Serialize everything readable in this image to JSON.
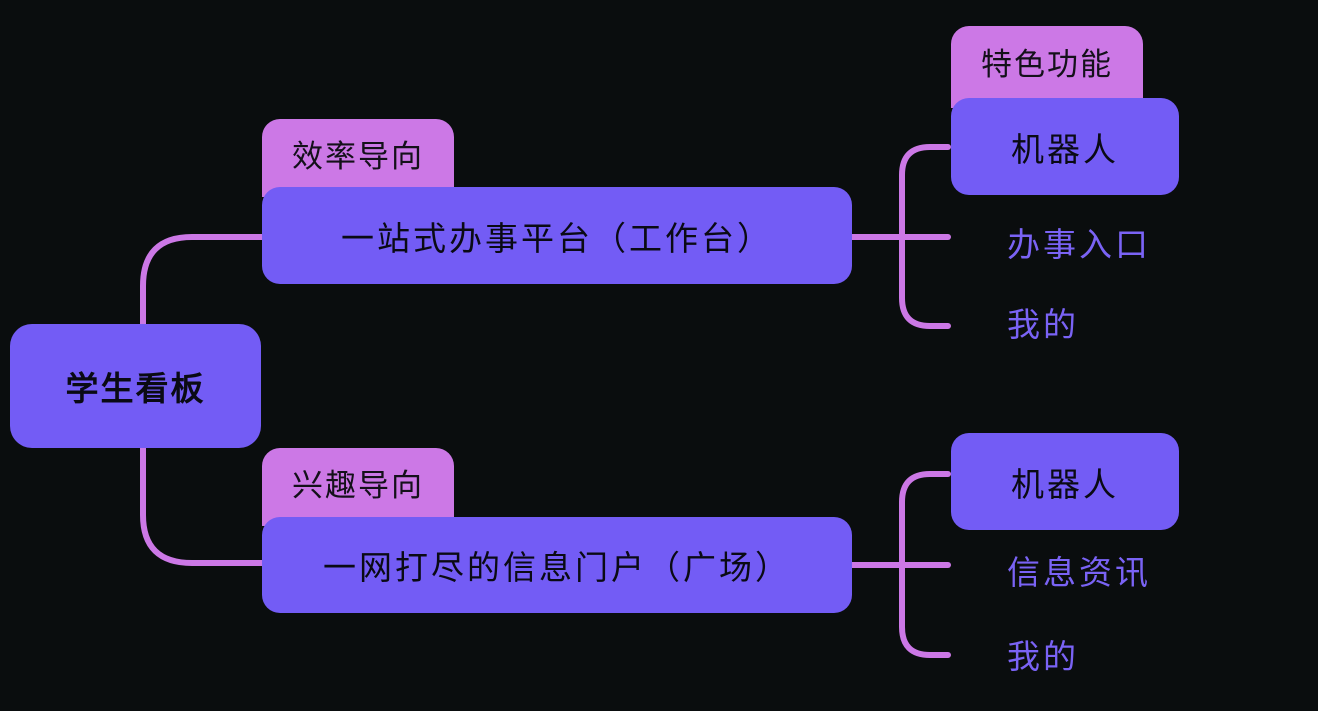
{
  "colors": {
    "background": "#0a0d0e",
    "node_fill": "#735cf5",
    "tag_fill": "#cc78e6",
    "connector": "#cc78e6",
    "leaf_text": "#7a63f5"
  },
  "root": {
    "label": "学生看板"
  },
  "branches": [
    {
      "tag": "效率导向",
      "label": "一站式办事平台（工作台）",
      "children": [
        {
          "label": "机器人",
          "tag": "特色功能",
          "boxed": true
        },
        {
          "label": "办事入口",
          "boxed": false
        },
        {
          "label": "我的",
          "boxed": false
        }
      ]
    },
    {
      "tag": "兴趣导向",
      "label": "一网打尽的信息门户（广场）",
      "children": [
        {
          "label": "机器人",
          "boxed": true
        },
        {
          "label": "信息资讯",
          "boxed": false
        },
        {
          "label": "我的",
          "boxed": false
        }
      ]
    }
  ]
}
